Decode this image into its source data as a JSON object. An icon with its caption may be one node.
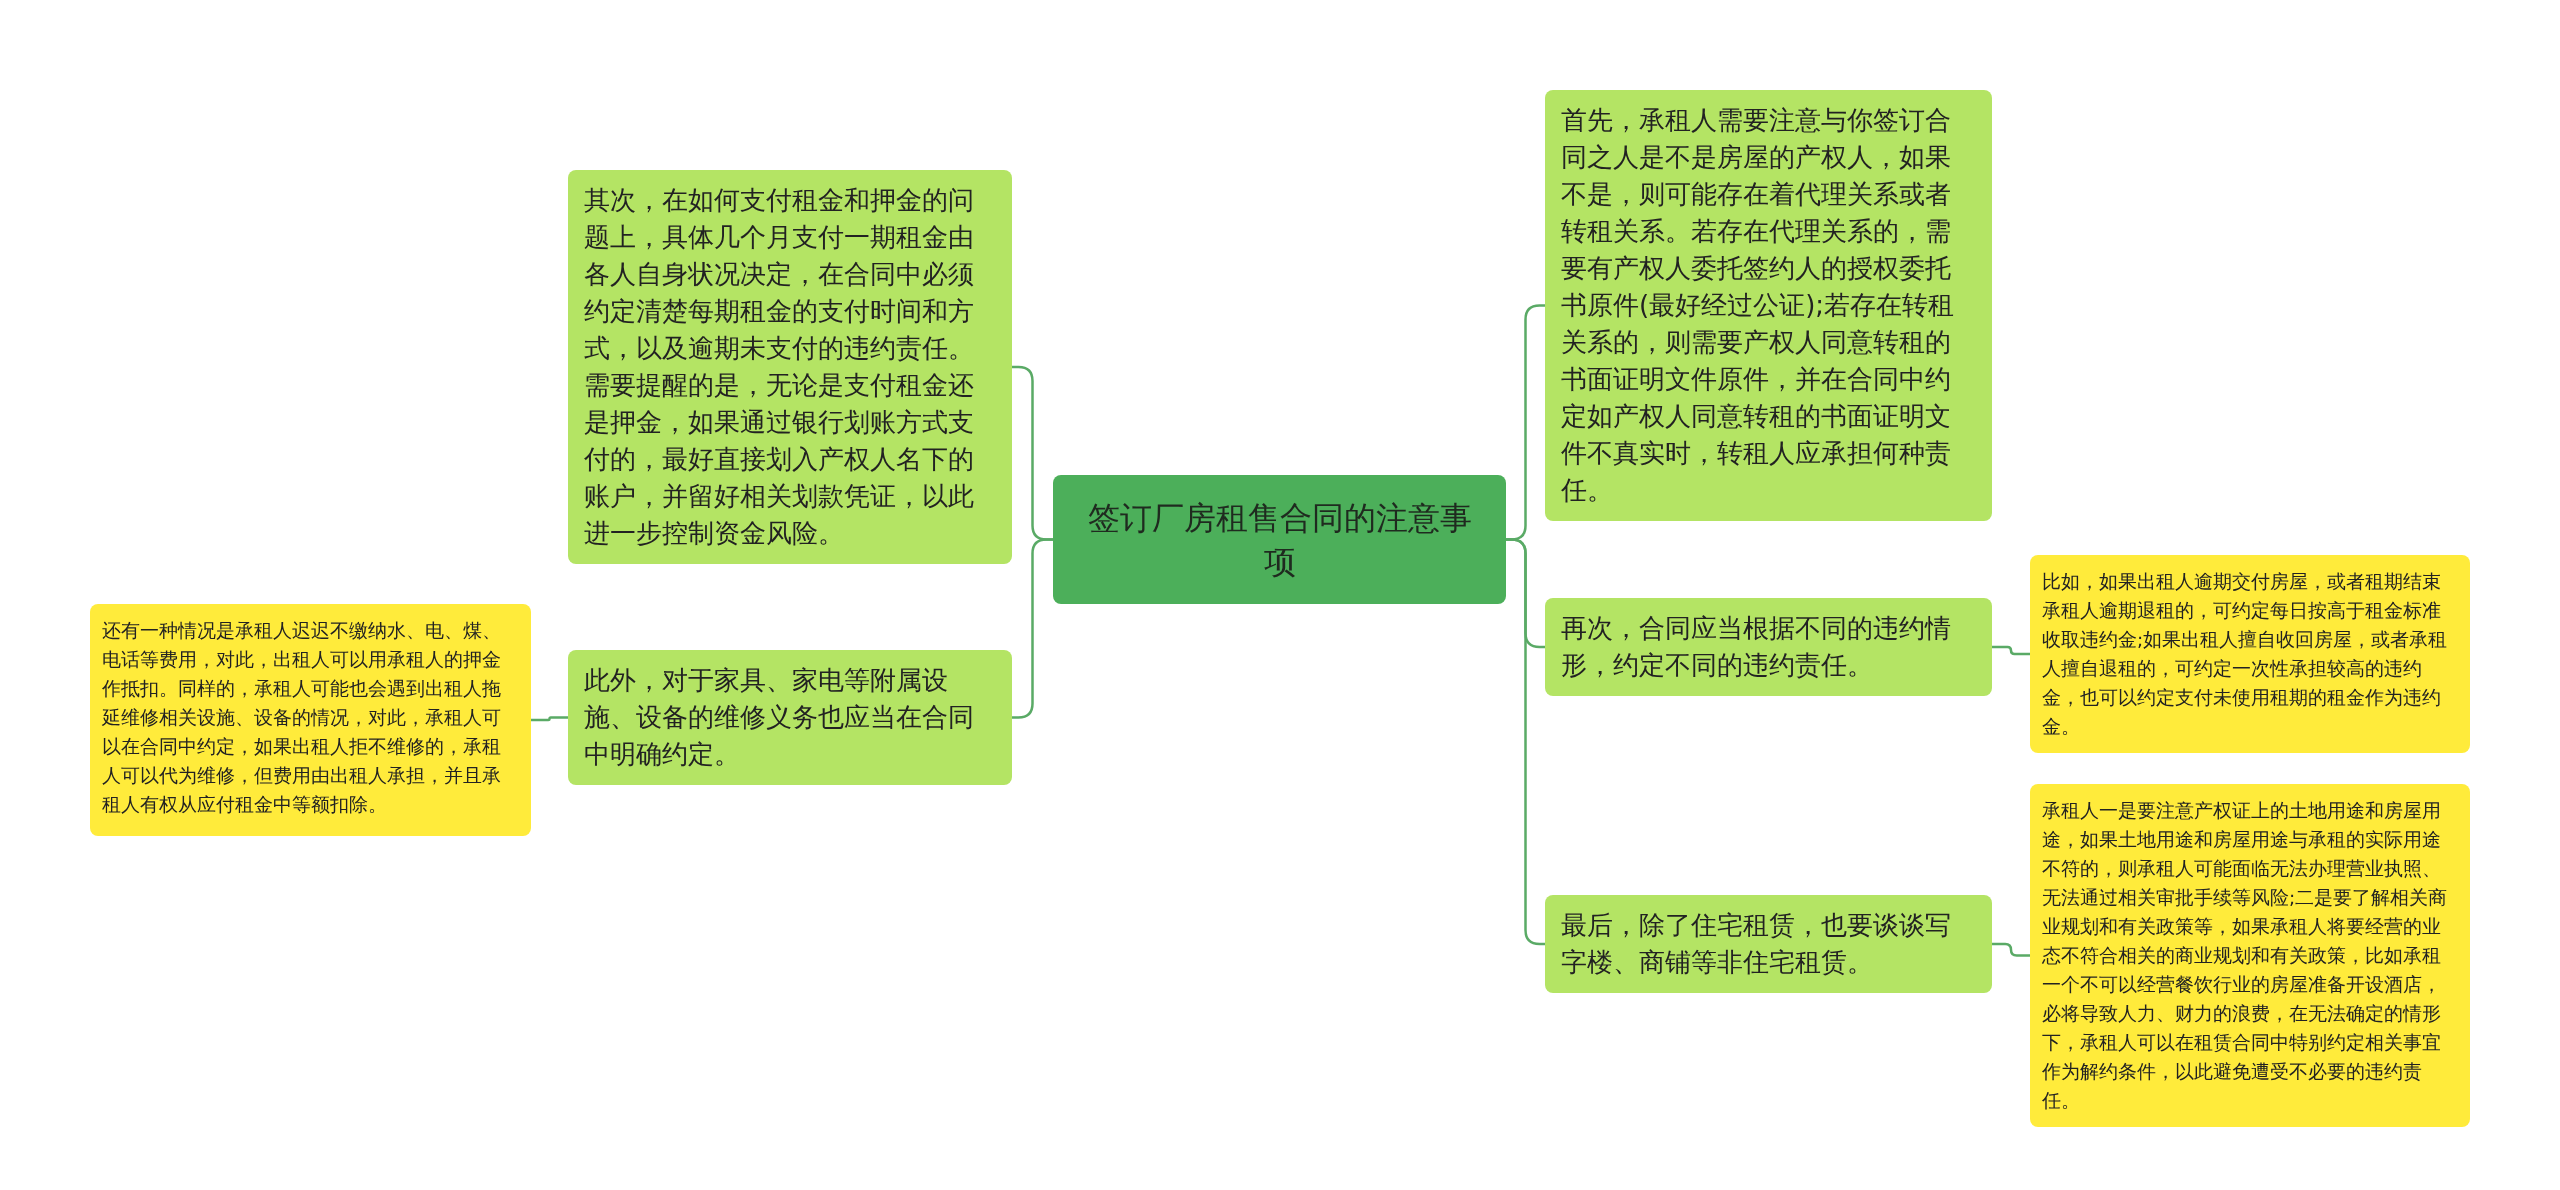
{
  "diagram": {
    "nodes": [
      {
        "text": [
          "签订厂房租售合同的注意事项"
        ]
      },
      {
        "text": [
          "其次，在如何支付租金和押金的问题上，具体几个月支付一期租金由各人自身状况决定，在合同中必须约定清楚每期租金的支付时间和方式，以及逾期未支付的违约责任。需要提醒的是，无论是支付租金还是押金，如果通过银行划账方式支付的，最好直接划入产权人名下的账户，并留好相关划款凭证，以此进一步控制资金风险。"
        ]
      },
      {
        "text": [
          "此外，对于家具、家电等附属设施、设备的维修义务也应当在合同中明确约定。"
        ]
      },
      {
        "text": [
          "还有一种情况是承租人迟迟不缴纳水、电、煤、电话等费用，对此，出租人可以用承租人的押金作抵扣。同样的，承租人可能也会遇到出租人拖延维修相关设施、设备的情况，对此，承租人可以在合同中约定，如果出租人拒不维修的，承租人可以代为维修，但费用由出租人承担，并且承租人有权从应付租金中等额扣除。"
        ]
      },
      {
        "text": [
          "首先，承租人需要注意与你签订合同之人是不是房屋的产权人，如果不是，则可能存在着代理关系或者转租关系。若存在代理关系的，需要有产权人委托签约人的授权委托书原件(最好经过公证);若存在转租关系的，则需要产权人同意转租的书面证明文件原件，并在合同中约定如产权人同意转租的书面证明文件不真实时，转租人应承担何种责任。"
        ]
      },
      {
        "text": [
          "再次，合同应当根据不同的违约情形，约定不同的违约责任。"
        ]
      },
      {
        "text": [
          "比如，如果出租人逾期交付房屋，或者租期结束承租人逾期退租的，可约定每日按高于租金标准收取违约金;如果出租人擅自收回房屋，或者承租人擅自退租的，可约定一次性承担较高的违约金，也可以约定支付未使用租期的租金作为违约金。"
        ]
      },
      {
        "text": [
          "最后，除了住宅租赁，也要谈谈写字楼、商铺等非住宅租赁。"
        ]
      },
      {
        "text": [
          "承租人一是要注意产权证上的土地用途和房屋用途，如果土地用途和房屋用途与承租的实际用途不符的，则承租人可能面临无法办理营业执照、无法通过相关审批手续等风险;二是要了解相关商业规划和有关政策等，如果承租人将要经营的业态不符合相关的商业规划和有关政策，比如承租一个不可以经营餐饮行业的房屋准备开设酒店，必将导致人力、财力的浪费，在无法确定的情形下，承租人可以在租赁合同中特别约定相关事宜作为解约条件，以此避免遭受不必要的违约责任。"
        ]
      }
    ],
    "edges": [
      {
        "from": 0,
        "to": 1,
        "arrow": "none"
      },
      {
        "from": 0,
        "to": 2,
        "arrow": "none"
      },
      {
        "from": 2,
        "to": 3,
        "arrow": "none"
      },
      {
        "from": 0,
        "to": 4,
        "arrow": "none"
      },
      {
        "from": 0,
        "to": 5,
        "arrow": "none"
      },
      {
        "from": 5,
        "to": 6,
        "arrow": "none"
      },
      {
        "from": 0,
        "to": 7,
        "arrow": "none"
      },
      {
        "from": 7,
        "to": 8,
        "arrow": "none"
      }
    ]
  }
}
